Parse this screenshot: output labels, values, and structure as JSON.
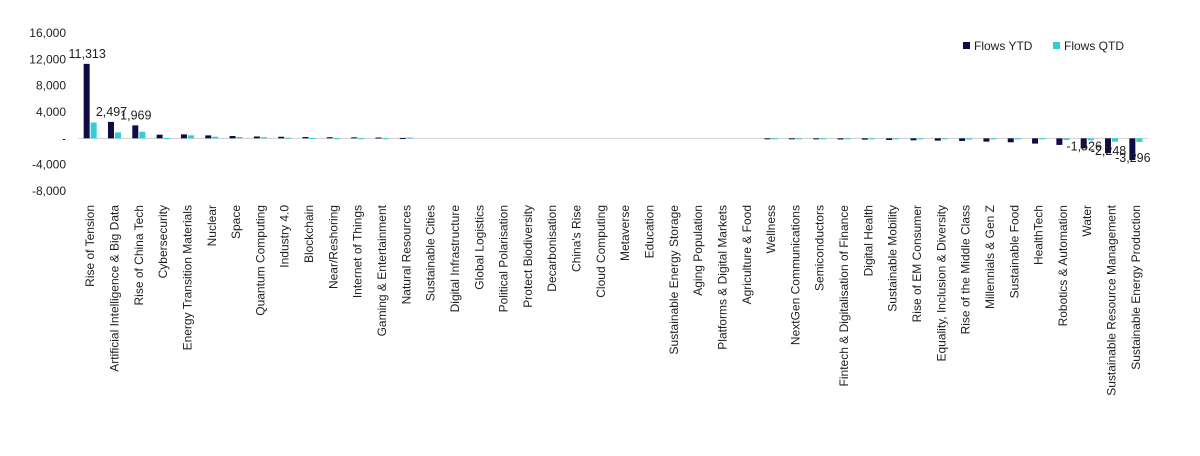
{
  "chart_data": {
    "type": "bar",
    "title": "",
    "xlabel": "",
    "ylabel": "",
    "ylim": [
      -8000,
      16000
    ],
    "yticks": [
      16000,
      12000,
      8000,
      4000,
      0,
      -4000,
      -8000
    ],
    "ytick_labels": [
      "16,000",
      "12,000",
      "8,000",
      "4,000",
      "-",
      "-4,000",
      "-8,000"
    ],
    "legend_position": "top-right",
    "grid": false,
    "categories": [
      "Rise of Tension",
      "Artificial Intelligence & Big Data",
      "Rise of China Tech",
      "Cybersecurity",
      "Energy Transition Materials",
      "Nuclear",
      "Space",
      "Quantum Computing",
      "Industry 4.0",
      "Blockchain",
      "Near/Reshoring",
      "Internet of Things",
      "Gaming & Entertainment",
      "Natural Resources",
      "Sustainable Cities",
      "Digital Infrastructure",
      "Global Logistics",
      "Political Polarisation",
      "Protect Biodiversity",
      "Decarbonisation",
      "China's Rise",
      "Cloud Computing",
      "Metaverse",
      "Education",
      "Sustainable Energy Storage",
      "Aging Population",
      "Platforms & Digital Markets",
      "Agriculture & Food",
      "Wellness",
      "NextGen Communications",
      "Semiconductors",
      "Fintech & Digitalisation of Finance",
      "Digital Health",
      "Sustainable Mobility",
      "Rise of EM Consumer",
      "Equality, Inclusion & Diversity",
      "Rise of the Middle Class",
      "Millennials & Gen Z",
      "Sustainable Food",
      "HealthTech",
      "Robotics & Automation",
      "Water",
      "Sustainable Resource Management",
      "Sustainable Energy Production"
    ],
    "series": [
      {
        "name": "Flows YTD",
        "color": "#0f0c45",
        "values": [
          11313,
          2497,
          1969,
          550,
          600,
          450,
          350,
          280,
          240,
          200,
          170,
          150,
          120,
          60,
          0,
          0,
          0,
          0,
          0,
          0,
          0,
          0,
          0,
          0,
          0,
          0,
          0,
          0,
          -80,
          -120,
          -150,
          -180,
          -200,
          -250,
          -300,
          -350,
          -400,
          -500,
          -600,
          -800,
          -1000,
          -1526,
          -2248,
          -3296
        ]
      },
      {
        "name": "Flows QTD",
        "color": "#2ecfd8",
        "values": [
          2400,
          900,
          1000,
          50,
          450,
          250,
          200,
          180,
          100,
          50,
          20,
          20,
          10,
          120,
          0,
          0,
          0,
          0,
          0,
          0,
          0,
          0,
          0,
          0,
          0,
          0,
          0,
          0,
          -20,
          -30,
          -80,
          -50,
          -60,
          -40,
          -60,
          -80,
          -200,
          -100,
          -100,
          -150,
          -250,
          -300,
          -500,
          -550
        ]
      }
    ],
    "data_labels": [
      {
        "series": 0,
        "index": 0,
        "text": "11,313"
      },
      {
        "series": 0,
        "index": 1,
        "text": "2,497"
      },
      {
        "series": 0,
        "index": 2,
        "text": "1,969"
      },
      {
        "series": 0,
        "index": 41,
        "text": "-1,526"
      },
      {
        "series": 0,
        "index": 42,
        "text": "-2,248"
      },
      {
        "series": 0,
        "index": 43,
        "text": "-3,296"
      }
    ]
  }
}
